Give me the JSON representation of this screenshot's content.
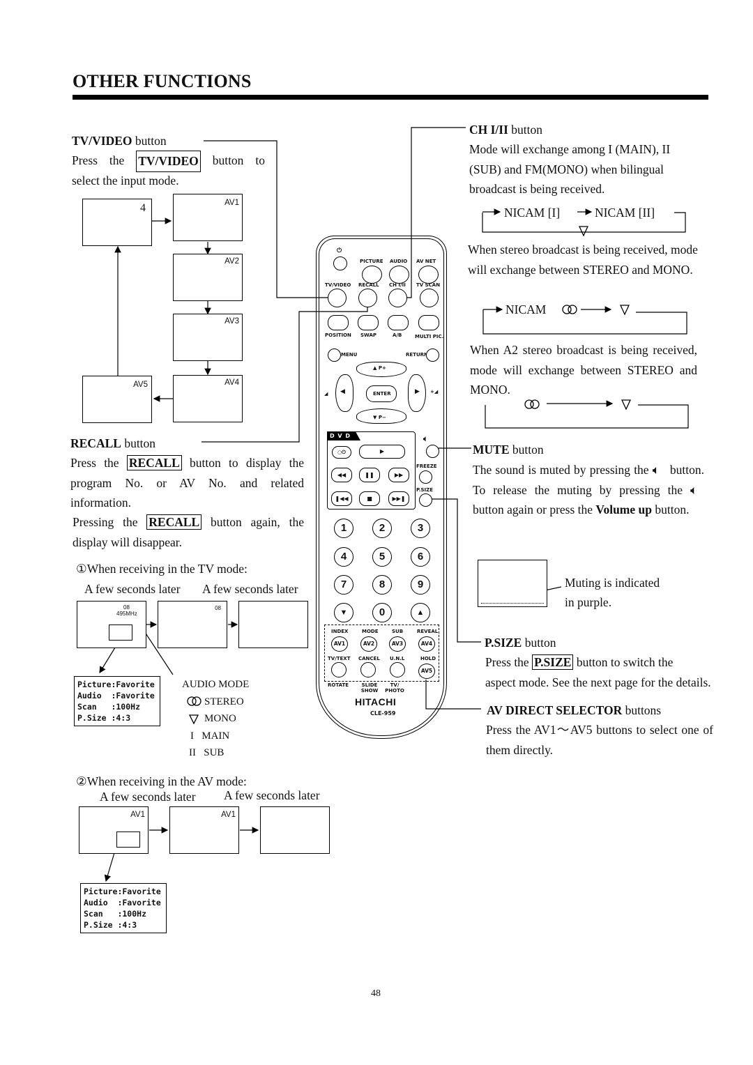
{
  "header": {
    "title": "OTHER FUNCTIONS"
  },
  "tvvideo": {
    "heading_bold": "TV/VIDEO",
    "heading_rest": " button",
    "line1_a": "Press",
    "line1_b": "the",
    "line1_key": "TV/VIDEO",
    "line1_c": "button",
    "line1_d": "to",
    "line2": "select the input mode.",
    "screens": {
      "tv": "4",
      "av1": "AV1",
      "av2": "AV2",
      "av3": "AV3",
      "av4": "AV4",
      "av5": "AV5"
    }
  },
  "recall": {
    "heading_bold": "RECALL",
    "heading_rest": " button",
    "p1_a": "Press the",
    "p1_key": "RECALL",
    "p1_b": "button to display the program No. or AV No. and related information.",
    "p2_a": "Pressing the",
    "p2_key": "RECALL",
    "p2_b": "button again, the display will disappear.",
    "tv_mode": "①When receiving in the TV mode:",
    "few1": "A few seconds later",
    "few2": "A few seconds later",
    "tv_channel": "08",
    "tv_freq": "495MHz",
    "tv_channel2": "08",
    "osd": [
      "Picture:Favorite",
      "Audio  :Favorite",
      "Scan   :100Hz",
      "P.Size :4:3"
    ],
    "audio_mode": {
      "title": "AUDIO MODE",
      "stereo": "STEREO",
      "mono": "MONO",
      "main_sym": "I",
      "main": "MAIN",
      "sub_sym": "II",
      "sub": "SUB"
    },
    "av_mode": "②When receiving in the AV mode:",
    "few3": "A few seconds later",
    "few4": "A few seconds later",
    "av_label1": "AV1",
    "av_label2": "AV1"
  },
  "chii": {
    "heading_bold": "CH I/II",
    "heading_rest": " button",
    "p1": "Mode will exchange among I (MAIN), II (SUB) and FM(MONO) when bilingual broadcast is being received.",
    "nicam1": "NICAM [I]",
    "nicam2": "NICAM [II]",
    "p2": "When stereo broadcast is being received, mode will exchange between STEREO and MONO.",
    "nicam3": "NICAM",
    "p3": "When A2 stereo broadcast is being received, mode will exchange between STEREO and MONO."
  },
  "mute": {
    "heading_bold": "MUTE",
    "heading_rest": " button",
    "p1_a": "The sound is muted by pressing the",
    "p1_b": "button. To release the muting by pressing the",
    "p1_c": "button again or press the",
    "p1_vol": "Volume up",
    "p1_d": " button.",
    "note1": "Muting is indicated",
    "note2": "in purple."
  },
  "psize": {
    "heading_bold": "P.SIZE",
    "heading_rest": " button",
    "p_a": "Press the",
    "p_key": "P.SIZE",
    "p_b": "button to switch the",
    "p_c": "aspect mode. See the next page for the details."
  },
  "avdirect": {
    "heading_bold": "AV DIRECT SELECTOR",
    "heading_rest": " buttons",
    "p1": "Press the AV1～AV5 buttons to select one of them directly."
  },
  "remote": {
    "brand": "HITACHI",
    "model": "CLE-959",
    "row1": [
      "PICTURE",
      "AUDIO",
      "AV NET"
    ],
    "row2": [
      "TV/VIDEO",
      "RECALL",
      "CH I/II",
      "TV SCAN"
    ],
    "row3": [
      "POSITION",
      "SWAP",
      "A/B",
      "MULTI PIC."
    ],
    "menu": "MENU",
    "return": "RETURN",
    "p_plus": "P+",
    "p_minus": "P−",
    "enter": "ENTER",
    "dvd": "D V D",
    "freeze": "FREEZE",
    "psize": "P.SIZE",
    "digits": [
      "1",
      "2",
      "3",
      "4",
      "5",
      "6",
      "7",
      "8",
      "9",
      "0"
    ],
    "tt_row1": [
      "INDEX",
      "MODE",
      "SUB",
      "REVEAL"
    ],
    "av_row": [
      "AV1",
      "AV2",
      "AV3",
      "AV4"
    ],
    "tt_row2": [
      "TV/TEXT",
      "CANCEL",
      "U.N.L",
      "HOLD"
    ],
    "av5": "AV5",
    "tt_row3": [
      "ROTATE",
      "SLIDE SHOW",
      "TV/ PHOTO"
    ]
  },
  "footer": {
    "page_number": "48"
  }
}
